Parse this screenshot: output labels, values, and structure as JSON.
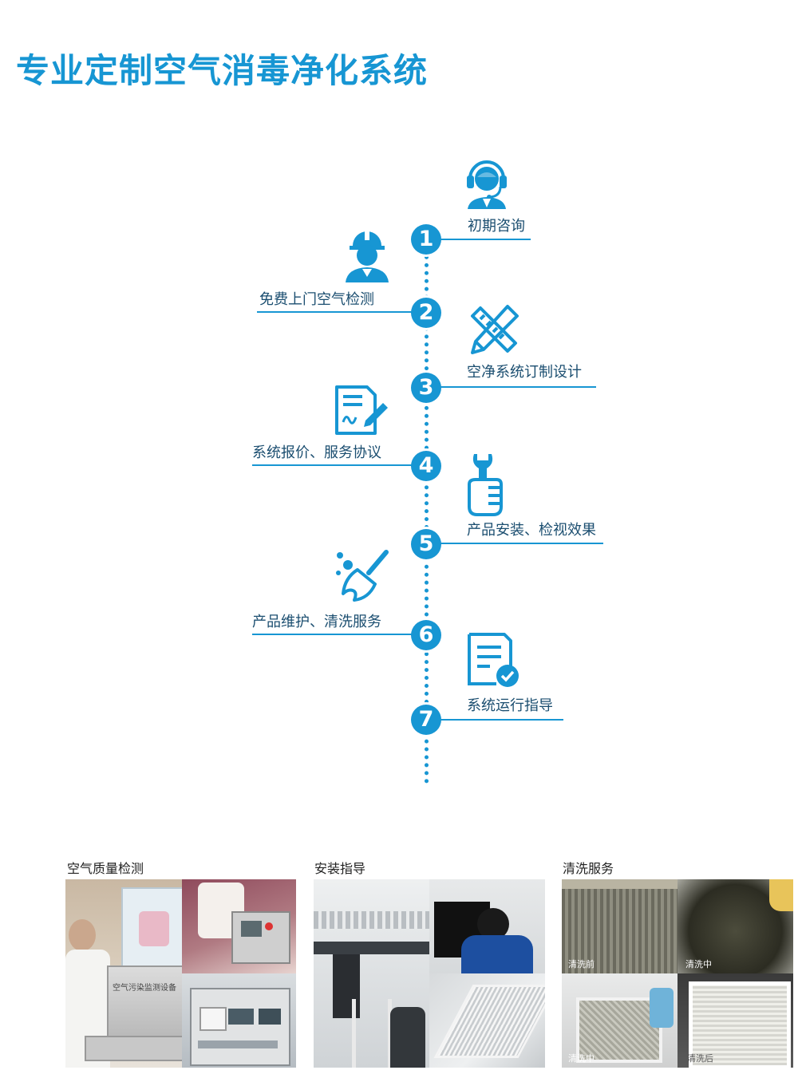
{
  "title": "专业定制空气消毒净化系统",
  "steps": [
    {
      "num": "1",
      "label": "初期咨询",
      "icon": "headset-support-icon"
    },
    {
      "num": "2",
      "label": "免费上门空气检测",
      "icon": "engineer-helmet-icon"
    },
    {
      "num": "3",
      "label": "空净系统订制设计",
      "icon": "pencil-ruler-icon"
    },
    {
      "num": "4",
      "label": "系统报价、服务协议",
      "icon": "contract-pen-icon"
    },
    {
      "num": "5",
      "label": "产品安装、检视效果",
      "icon": "wrench-hand-icon"
    },
    {
      "num": "6",
      "label": "产品维护、清洗服务",
      "icon": "broom-cleaning-icon"
    },
    {
      "num": "7",
      "label": "系统运行指导",
      "icon": "document-check-icon"
    }
  ],
  "gallery": [
    {
      "caption": "空气质量检测",
      "device_text": "空气污染监测设备"
    },
    {
      "caption": "安装指导"
    },
    {
      "caption": "清洗服务",
      "tags": [
        "清洗前",
        "清洗中",
        "清洗中",
        "清洗后"
      ]
    }
  ],
  "colors": {
    "accent": "#1796d3",
    "label": "#1b4e70"
  }
}
